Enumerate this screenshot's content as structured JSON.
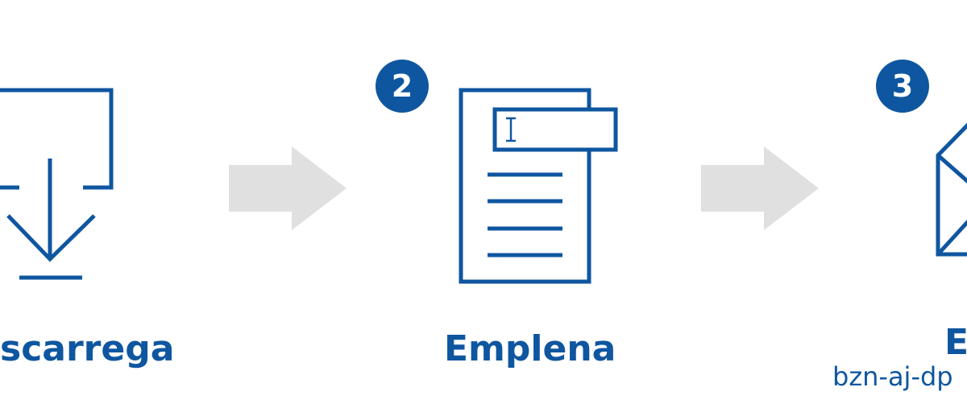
{
  "colors": {
    "primary": "#0f56a0",
    "arrow": "#e0e0e0",
    "background": "#ffffff"
  },
  "steps": [
    {
      "number": "",
      "title": "scarrega",
      "subtitle": "",
      "icon": "download-icon"
    },
    {
      "number": "2",
      "title": "Emplena",
      "subtitle": "",
      "icon": "form-document-icon"
    },
    {
      "number": "3",
      "title": "E",
      "subtitle": "bzn-aj-dp",
      "icon": "envelope-icon"
    }
  ]
}
